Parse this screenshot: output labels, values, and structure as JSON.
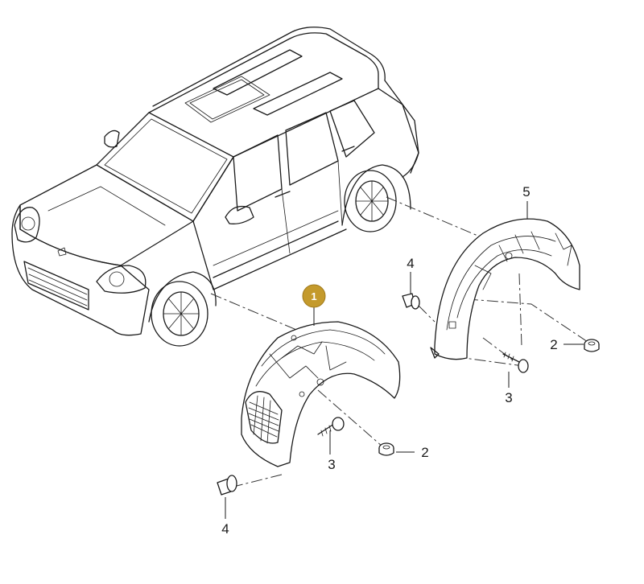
{
  "callouts": {
    "highlighted": {
      "label": "1",
      "color": "#c49a2c"
    },
    "labels": [
      "5",
      "4",
      "2",
      "3",
      "3",
      "2",
      "4"
    ]
  },
  "icons": [
    "car-outline",
    "wheel-housing-liner-front",
    "wheel-housing-liner-rear",
    "push-rivet",
    "screw",
    "nut"
  ]
}
